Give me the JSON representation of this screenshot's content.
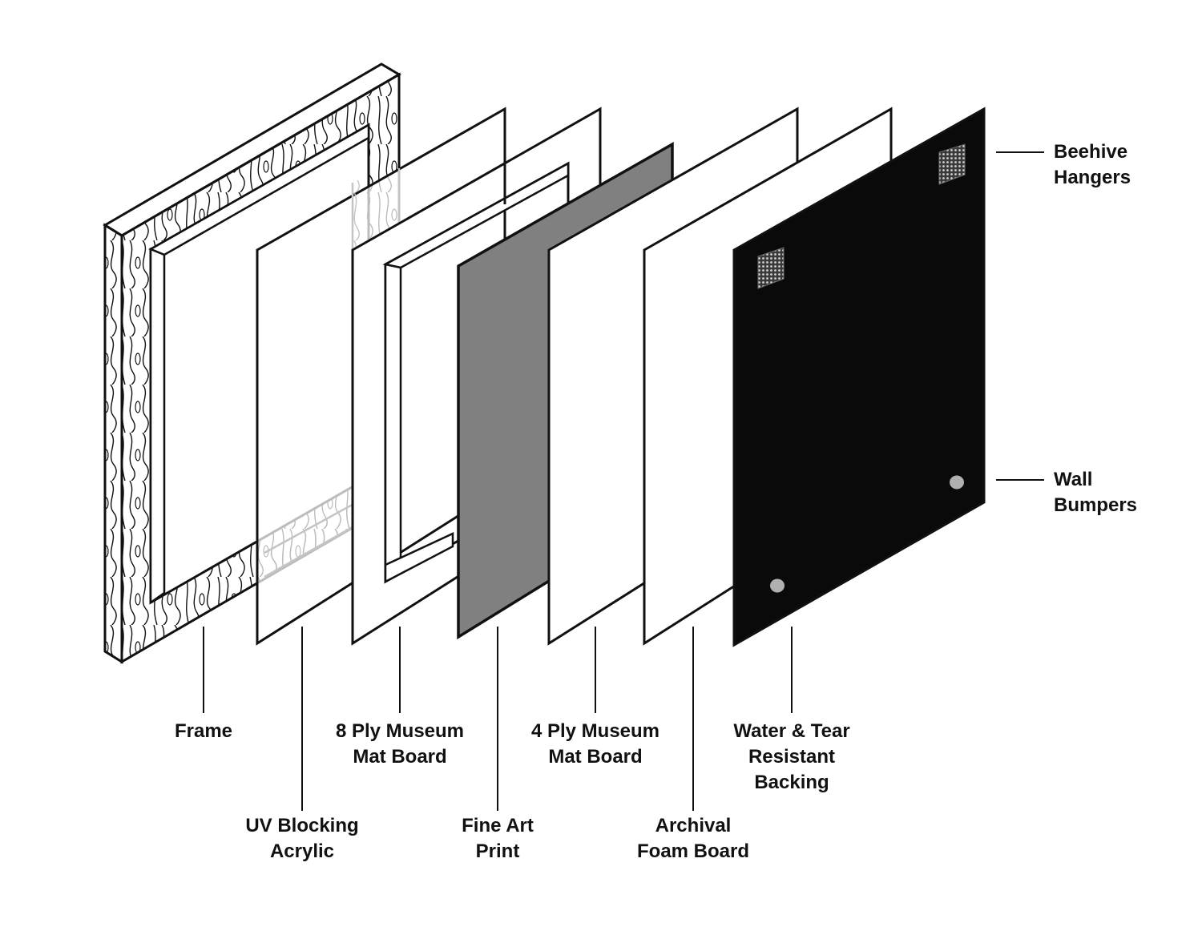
{
  "colors": {
    "ink": "#111111",
    "paper": "#ffffff",
    "print_gray": "#808080",
    "backing": "#0a0a0a",
    "hanger_gray": "#b0b0b0",
    "acrylic_ghost": "#c4c4c4"
  },
  "labels": {
    "frame": [
      "Frame"
    ],
    "uv_acrylic": [
      "UV Blocking",
      "Acrylic"
    ],
    "mat8": [
      "8 Ply Museum",
      "Mat Board"
    ],
    "fine_art_print": [
      "Fine Art",
      "Print"
    ],
    "mat4": [
      "4 Ply Museum",
      "Mat Board"
    ],
    "foam_board": [
      "Archival",
      "Foam Board"
    ],
    "backing": [
      "Water & Tear",
      "Resistant",
      "Backing"
    ],
    "beehive_hangers": [
      "Beehive",
      "Hangers"
    ],
    "wall_bumpers": [
      "Wall",
      "Bumpers"
    ]
  }
}
